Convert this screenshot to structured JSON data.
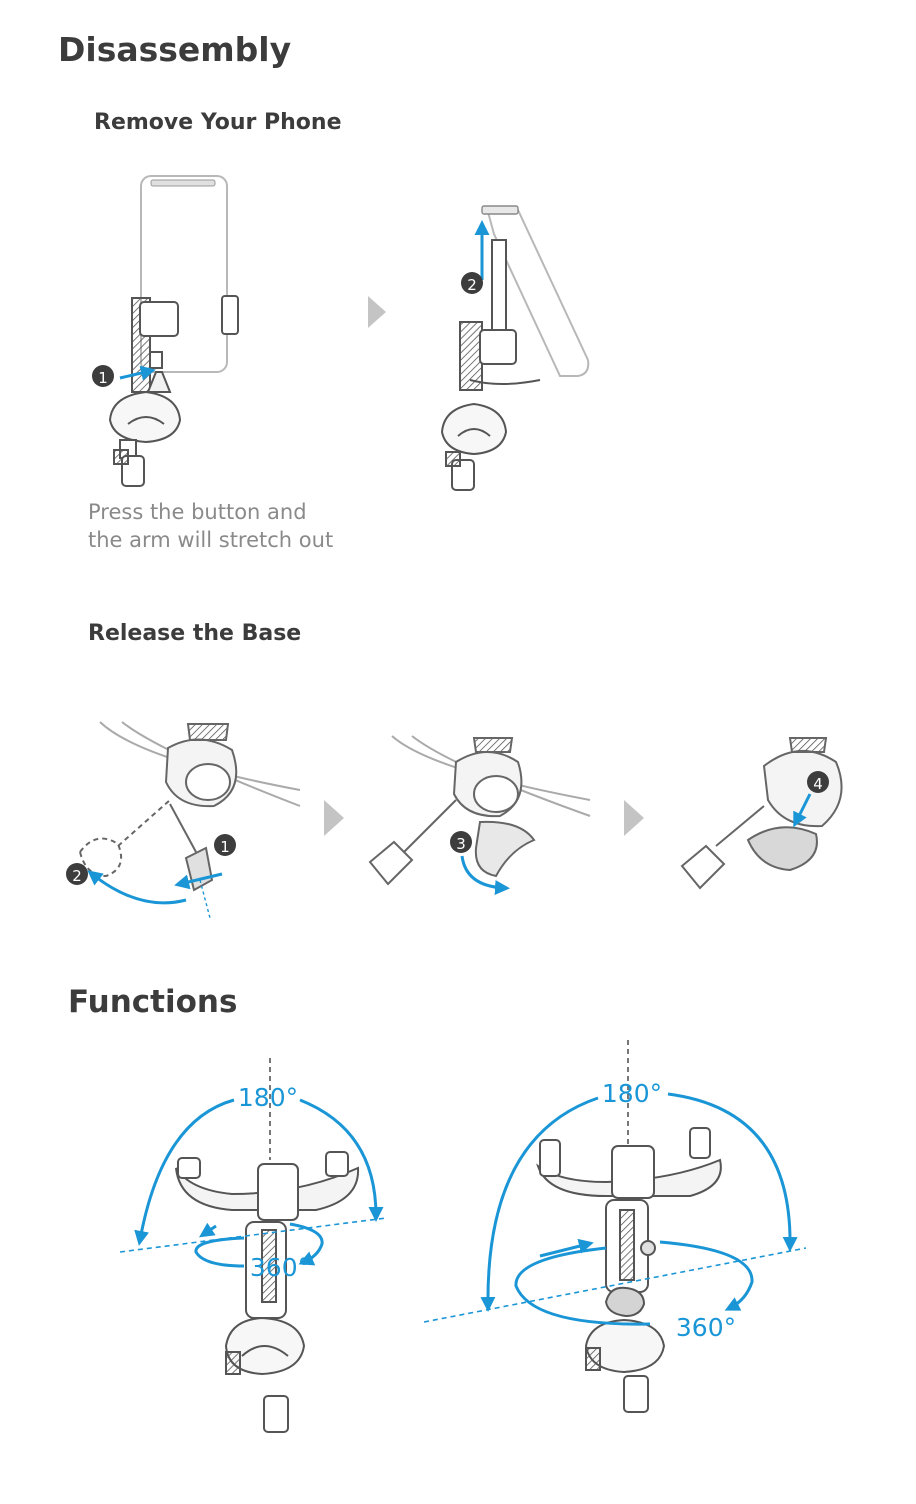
{
  "sections": {
    "disassembly": {
      "title": "Disassembly",
      "remove_phone": {
        "title": "Remove Your Phone",
        "caption_line1": "Press the button and",
        "caption_line2": "the arm will stretch out",
        "steps": [
          "1",
          "2"
        ]
      },
      "release_base": {
        "title": "Release the Base",
        "steps": [
          "1",
          "2",
          "3",
          "4"
        ]
      }
    },
    "functions": {
      "title": "Functions",
      "left_rotation_top": "180°",
      "left_rotation_bottom": "360°",
      "right_rotation_top": "180°",
      "right_rotation_bottom": "360°"
    }
  },
  "colors": {
    "accent": "#1a96d6",
    "line": "#555555",
    "badge": "#3d3d3d",
    "arrow_gray": "#c4c4c4"
  }
}
